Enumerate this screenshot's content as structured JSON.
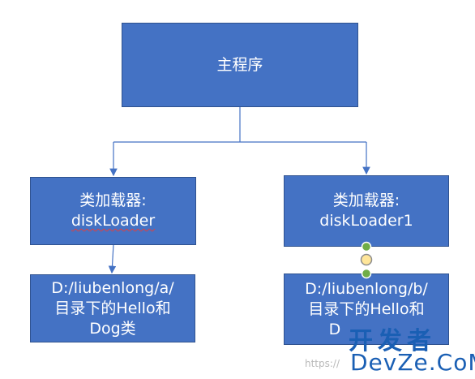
{
  "root": {
    "label": "主程序"
  },
  "left_loader": {
    "line1": "类加载器:",
    "line2": "diskLoader"
  },
  "right_loader": {
    "line1": "类加载器:",
    "line2": "diskLoader1"
  },
  "left_dir": {
    "line1": "D:/liubenlong/a/",
    "line2": "目录下的Hello和",
    "line3": "Dog类"
  },
  "right_dir": {
    "line1": "D:/liubenlong/b/",
    "line2": "目录下的Hello和",
    "line3": "D"
  },
  "watermark": {
    "cn": "开发者",
    "en": "DevZe.CoM",
    "url": "https://"
  },
  "colors": {
    "box_fill": "#4472c4",
    "box_border": "#2f528f",
    "connector": "#4472c4",
    "handle_green": "#70ad47",
    "handle_yellow": "#ffe699",
    "watermark": "#1a5fb4"
  }
}
